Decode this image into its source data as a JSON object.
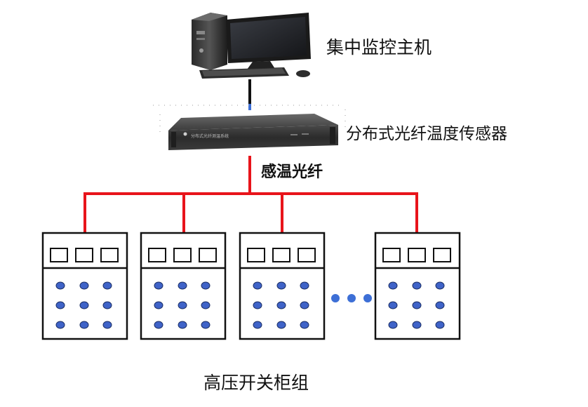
{
  "labels": {
    "host": "集中监控主机",
    "sensor": "分布式光纤温度传感器",
    "fiber": "感温光纤",
    "cabinets": "高压开关柜组"
  },
  "device_text": "分布式光纤测温系统",
  "colors": {
    "fiber_line": "#e8141b",
    "link_line": "#111111",
    "port_blue": "#3d6fd6",
    "button_blue": "#3f63c8",
    "cabinet_border": "#111111"
  },
  "cabinet_count_shown": 4,
  "icons": [
    "monitor-icon",
    "pc-tower-icon",
    "keyboard-icon",
    "mouse-icon",
    "rack-unit-icon"
  ]
}
